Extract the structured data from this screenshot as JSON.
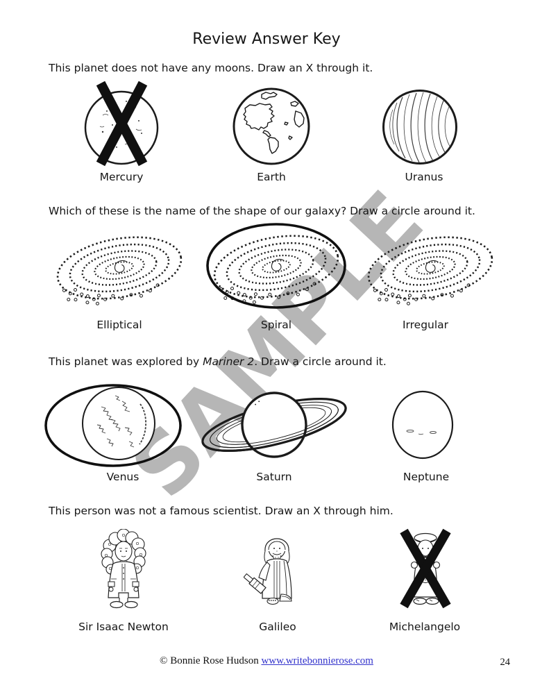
{
  "page": {
    "title": "Review Answer Key",
    "watermark": "SAMPLE",
    "page_number": "24",
    "footer": {
      "copyright": "© Bonnie Rose Hudson ",
      "link": "www.writebonnierose.com"
    },
    "colors": {
      "ink": "#1b1b1b",
      "link_blue": "#3333cc",
      "watermark_gray": "#b6b6b6"
    }
  },
  "questions": [
    {
      "prompt": "This planet does not have any moons. Draw an X through it.",
      "options": [
        {
          "label": "Mercury",
          "icon": "mercury-planet-icon",
          "answer_mark": "x"
        },
        {
          "label": "Earth",
          "icon": "earth-planet-icon",
          "answer_mark": null
        },
        {
          "label": "Uranus",
          "icon": "uranus-planet-icon",
          "answer_mark": null
        }
      ]
    },
    {
      "prompt": "Which of these is the name of the shape of our galaxy? Draw a circle around it.",
      "options": [
        {
          "label": "Elliptical",
          "icon": "galaxy-icon",
          "answer_mark": null
        },
        {
          "label": "Spiral",
          "icon": "galaxy-icon",
          "answer_mark": "circle"
        },
        {
          "label": "Irregular",
          "icon": "galaxy-icon",
          "answer_mark": null
        }
      ]
    },
    {
      "prompt_prefix": "This planet was explored by ",
      "prompt_italic": "Mariner 2",
      "prompt_suffix": ". Draw a circle around it.",
      "options": [
        {
          "label": "Venus",
          "icon": "venus-planet-icon",
          "answer_mark": "circle"
        },
        {
          "label": "Saturn",
          "icon": "saturn-planet-icon",
          "answer_mark": null
        },
        {
          "label": "Neptune",
          "icon": "neptune-planet-icon",
          "answer_mark": null
        }
      ]
    },
    {
      "prompt": "This person was not a famous scientist. Draw an X through him.",
      "options": [
        {
          "label": "Sir Isaac Newton",
          "icon": "newton-figure-icon",
          "answer_mark": null
        },
        {
          "label": "Galileo",
          "icon": "galileo-figure-icon",
          "answer_mark": null
        },
        {
          "label": "Michelangelo",
          "icon": "michelangelo-figure-icon",
          "answer_mark": "x"
        }
      ]
    }
  ]
}
